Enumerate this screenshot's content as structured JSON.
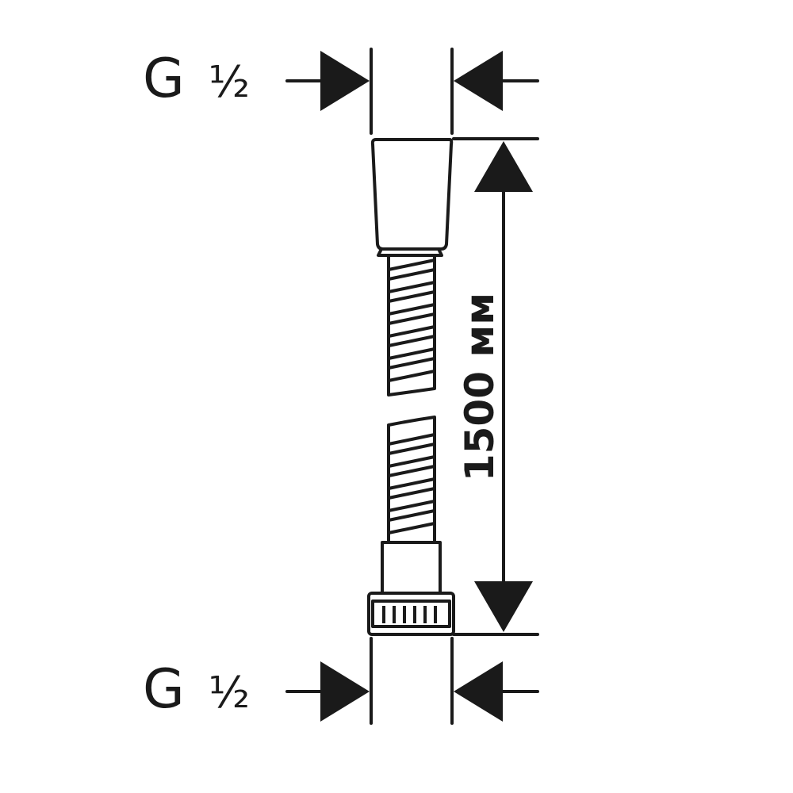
{
  "labels": {
    "top_thread": {
      "letter": "G",
      "fraction": "½"
    },
    "bottom_thread": {
      "letter": "G",
      "fraction": "½"
    },
    "length": "1500 мм"
  },
  "colors": {
    "ink": "#1a1a1a",
    "background": "#ffffff"
  }
}
